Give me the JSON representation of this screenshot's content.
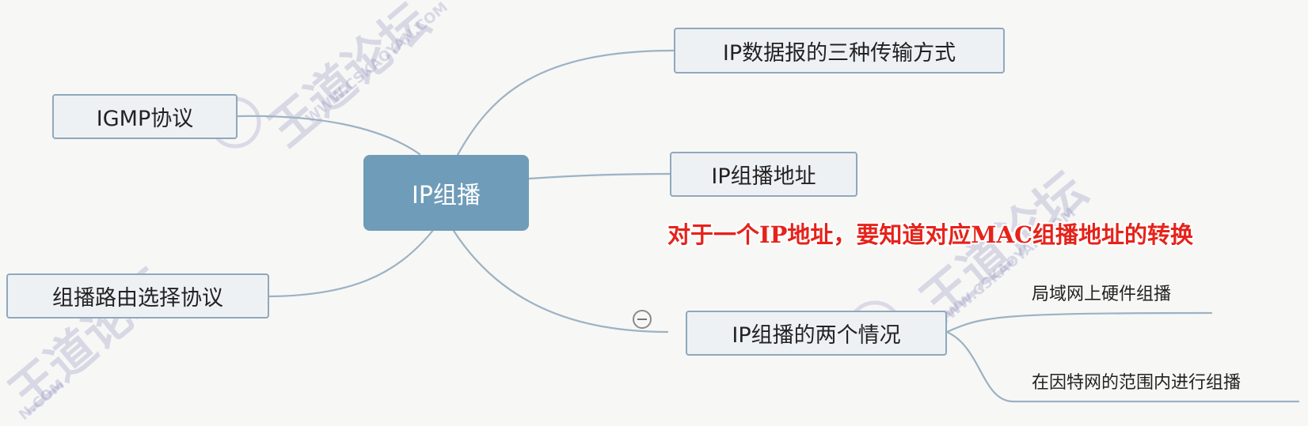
{
  "center": {
    "label": "IP组播"
  },
  "branches": {
    "transmission": "IP数据报的三种传输方式",
    "address": "IP组播地址",
    "two_cases": "IP组播的两个情况",
    "igmp": "IGMP协议",
    "routing": "组播路由选择协议"
  },
  "two_cases_children": [
    "局域网上硬件组播",
    "在因特网的范围内进行组播"
  ],
  "annotation": "对于一个IP地址，要知道对应MAC组播地址的转换",
  "colors": {
    "center": "#6f9cb9",
    "node_border": "#8fa8bd",
    "connector": "#9cb2c3",
    "annotation": "#e5231b"
  },
  "watermarks": {
    "brand": "王道论坛",
    "url": "WWW.CSKAOYAN.COM",
    "url_fragment": "N.COM"
  }
}
